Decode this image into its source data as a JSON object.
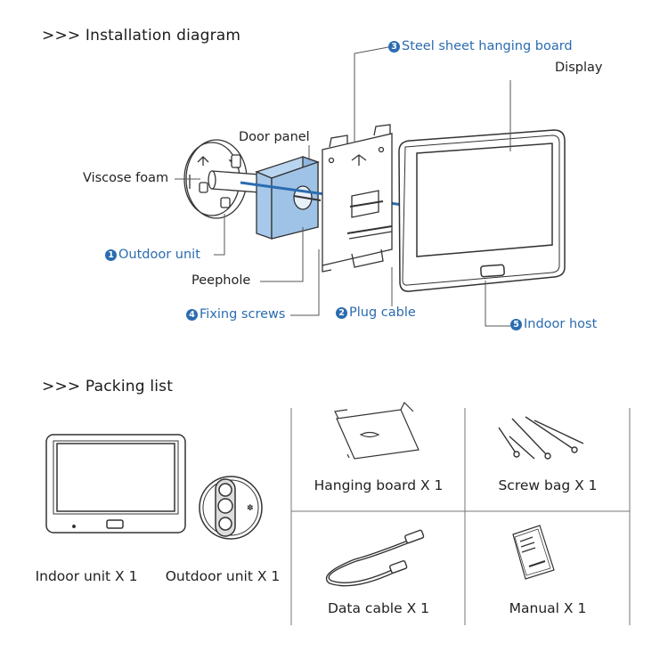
{
  "installation": {
    "heading": ">>> Installation diagram",
    "labels": {
      "steel_board": "Steel sheet hanging board",
      "steel_board_num": "3",
      "display": "Display",
      "door_panel": "Door panel",
      "viscose_foam": "Viscose foam",
      "outdoor_unit": "Outdoor unit",
      "outdoor_unit_num": "1",
      "peephole": "Peephole",
      "fixing_screws": "Fixing screws",
      "fixing_screws_num": "4",
      "plug_cable": "Plug cable",
      "plug_cable_num": "2",
      "indoor_host": "Indoor host",
      "indoor_host_num": "5"
    }
  },
  "packing": {
    "heading": ">>> Packing list",
    "items": [
      {
        "label": "Indoor unit X 1",
        "icon": "indoor-unit-icon"
      },
      {
        "label": "Outdoor unit X 1",
        "icon": "outdoor-unit-icon"
      },
      {
        "label": "Hanging board X 1",
        "icon": "hanging-board-icon"
      },
      {
        "label": "Screw bag X 1",
        "icon": "screw-bag-icon"
      },
      {
        "label": "Data cable X 1",
        "icon": "data-cable-icon"
      },
      {
        "label": "Manual X 1",
        "icon": "manual-icon"
      }
    ]
  },
  "colors": {
    "accent": "#2b6cb0",
    "foam": "#9fc3e6",
    "line": "#333333"
  }
}
